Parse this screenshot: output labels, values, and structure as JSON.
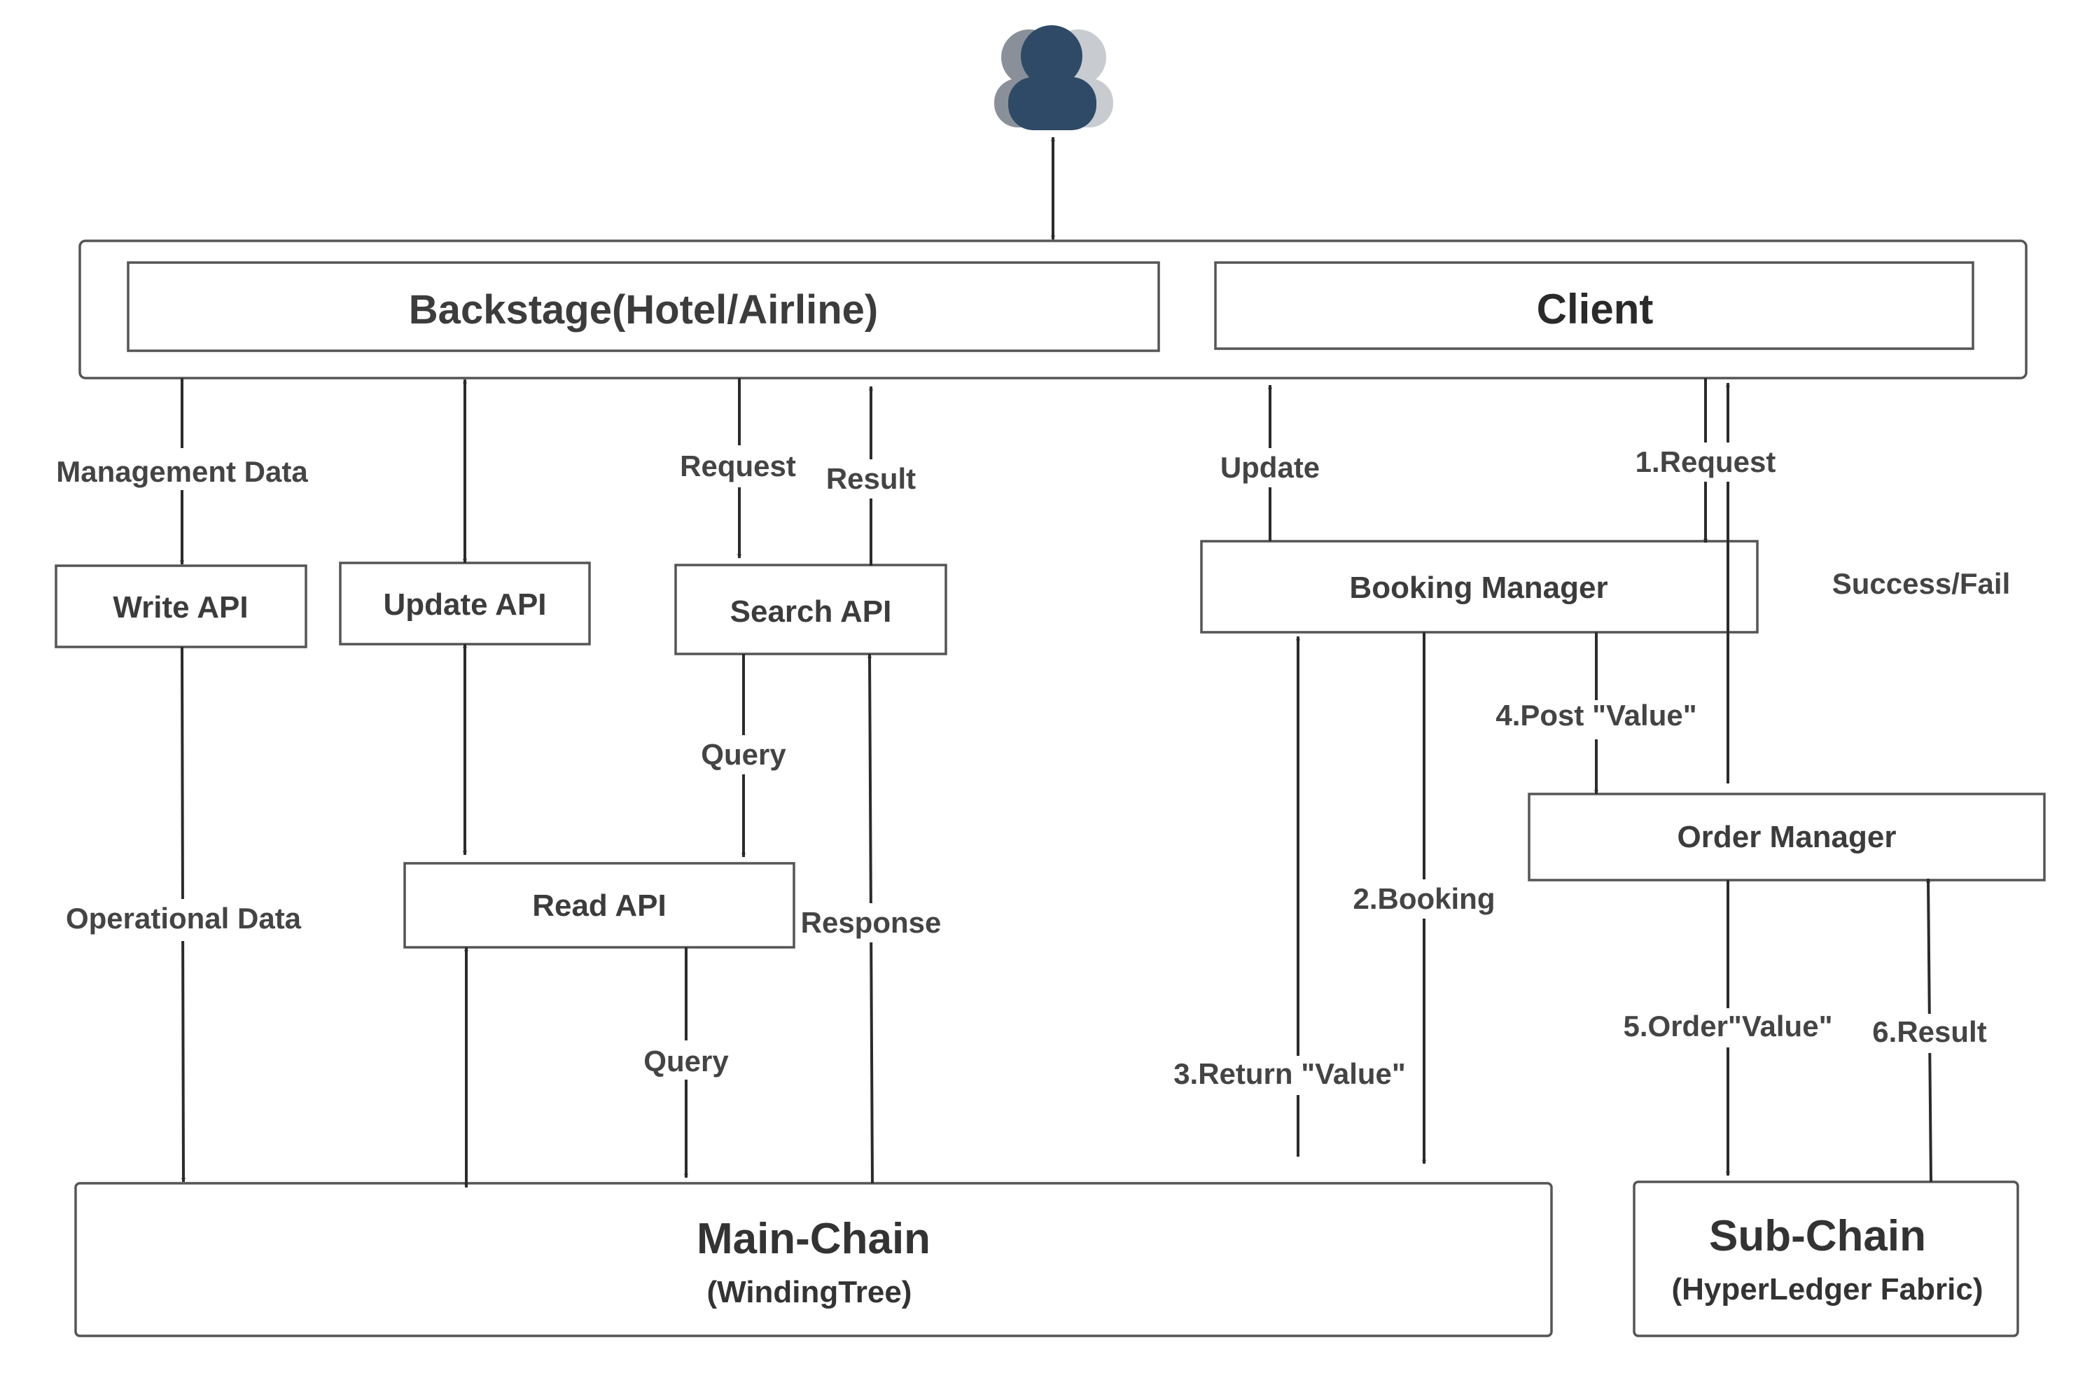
{
  "top": {
    "actor_icon": "users-icon",
    "backstage_label": "Backstage(Hotel/Airline)",
    "client_label": "Client"
  },
  "components": {
    "write_api": "Write API",
    "update_api": "Update API",
    "search_api": "Search API",
    "read_api": "Read API",
    "booking_manager": "Booking Manager",
    "order_manager": "Order Manager"
  },
  "chains": {
    "main_title": "Main-Chain",
    "main_subtitle": "(WindingTree)",
    "sub_title": "Sub-Chain",
    "sub_subtitle": "(HyperLedger Fabric)"
  },
  "flows": {
    "management_data": "Management Data",
    "operational_data": "Operational Data",
    "request": "Request",
    "result": "Result",
    "query_search": "Query",
    "query_read": "Query",
    "response": "Response",
    "update": "Update",
    "step1": "1.Request",
    "step2": "2.Booking",
    "step3": "3.Return \"Value\"",
    "step4": "4.Post \"Value\"",
    "step5": "5.Order\"Value\"",
    "step6": "6.Result",
    "success_fail": "Success/Fail"
  },
  "colors": {
    "icon_front": "#2f4a66",
    "icon_back": "#8a9099",
    "stroke": "#555555",
    "text": "#3c3c3c"
  }
}
